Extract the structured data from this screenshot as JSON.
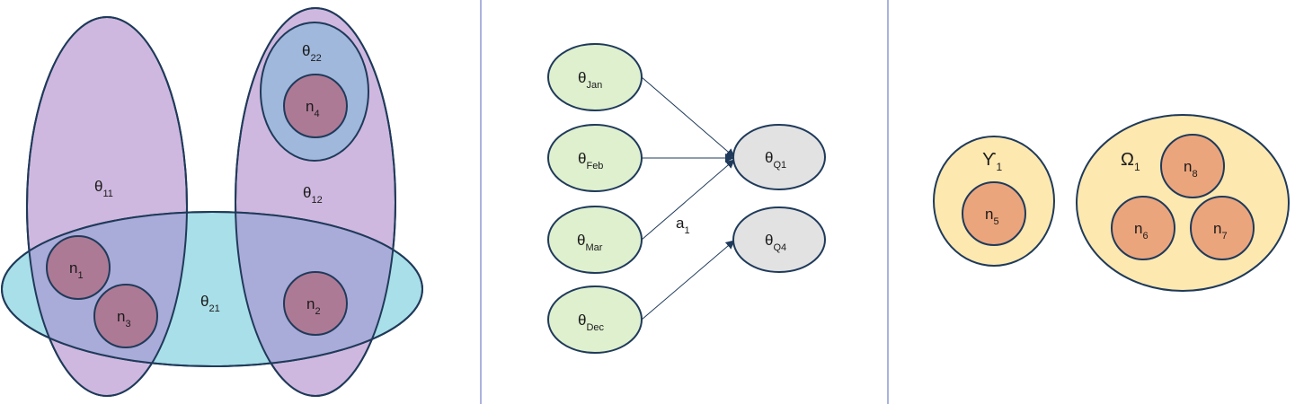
{
  "colors": {
    "stroke": "#1f3a5a",
    "purple_fill": "#cfb8df",
    "cyan_fill": "#a9dfe8",
    "overlap_fill": "#a9abd8",
    "blue_fill": "#9fb8dc",
    "node_fill": "#ad7a96",
    "green_fill": "#dff0cf",
    "grey_fill": "#e2e2e2",
    "yellow_fill": "#fde8b0",
    "orange_fill": "#eba57d",
    "divider": "#5566bb"
  },
  "panel1": {
    "theta11": {
      "base": "θ",
      "sub": "11"
    },
    "theta12": {
      "base": "θ",
      "sub": "12"
    },
    "theta21": {
      "base": "θ",
      "sub": "21"
    },
    "theta22": {
      "base": "θ",
      "sub": "22"
    },
    "n1": {
      "base": "n",
      "sub": "1"
    },
    "n2": {
      "base": "n",
      "sub": "2"
    },
    "n3": {
      "base": "n",
      "sub": "3"
    },
    "n4": {
      "base": "n",
      "sub": "4"
    }
  },
  "panel2": {
    "jan": {
      "base": "θ",
      "sub": "Jan"
    },
    "feb": {
      "base": "θ",
      "sub": "Feb"
    },
    "mar": {
      "base": "θ",
      "sub": "Mar"
    },
    "dec": {
      "base": "θ",
      "sub": "Dec"
    },
    "q1": {
      "base": "θ",
      "sub": "Q1"
    },
    "q4": {
      "base": "θ",
      "sub": "Q4"
    },
    "a1": {
      "base": "a",
      "sub": "1"
    }
  },
  "panel3": {
    "upsilon1": {
      "base": "ϒ",
      "sub": "1"
    },
    "omega1": {
      "base": "Ω",
      "sub": "1"
    },
    "n5": {
      "base": "n",
      "sub": "5"
    },
    "n6": {
      "base": "n",
      "sub": "6"
    },
    "n7": {
      "base": "n",
      "sub": "7"
    },
    "n8": {
      "base": "n",
      "sub": "8"
    }
  }
}
